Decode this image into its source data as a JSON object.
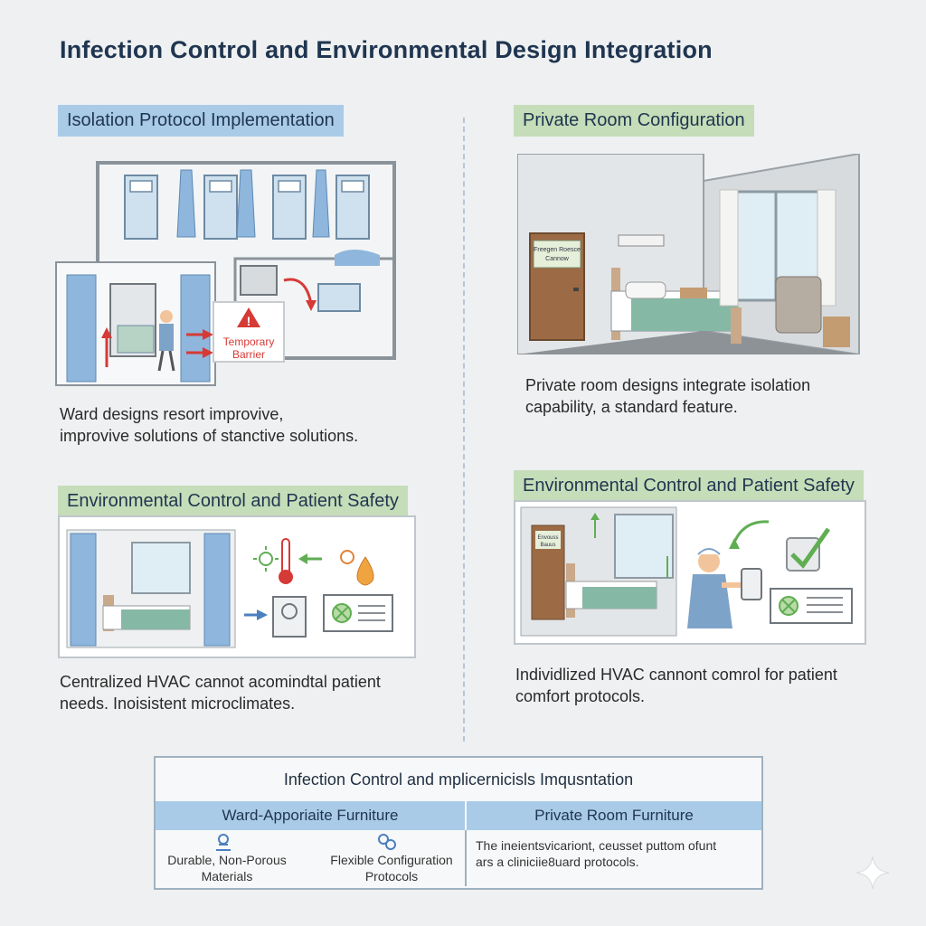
{
  "title": "Infection Control and Environmental Design Integration",
  "sections": {
    "isolation": {
      "header": "Isolation Protocol Implementation",
      "barrier_label_1": "Temporary",
      "barrier_label_2": "Barrier",
      "caption_line1": "Ward designs resort improvive,",
      "caption_line2": "improvive solutions of stanctive solutions."
    },
    "private_room": {
      "header": "Private Room Configuration",
      "door_sign_1": "Freegen Roesce",
      "door_sign_2": "Cannow",
      "caption_line1": "Private room designs integrate isolation",
      "caption_line2": "capability, a standard feature."
    },
    "env_left": {
      "header": "Environmental Control and Patient Safety",
      "caption_line1": "Centralized HVAC cannot acomindtal patient",
      "caption_line2": "needs. Inoisistent microclimates."
    },
    "env_right": {
      "header": "Environmental Control and Patient Safety",
      "door_sign_1": "Envouss",
      "door_sign_2": "Bauus",
      "caption_line1": "Individlized HVAC cannont comrol for patient",
      "caption_line2": "comfort protocols."
    }
  },
  "table": {
    "title": "Infection Control and mplicernicisls Imqusntation",
    "col1_header": "Ward-Apporiaite Furniture",
    "col2_header": "Private Room Furniture",
    "item1_line1": "Durable, Non-Porous",
    "item1_line2": "Materials",
    "item2_line1": "Flexible Configuration",
    "item2_line2": "Protocols",
    "col2_line1": "The ineientsvicariont, ceusset puttom ofunt",
    "col2_line2": "ars a cliniciie8uard protocols."
  },
  "colors": {
    "header_blue": "#a9cbe8",
    "header_green": "#c5ddb8",
    "title_navy": "#1f3550",
    "warning_red": "#d63a36",
    "check_green": "#5fae52"
  },
  "icons": [
    "warning-icon",
    "thermometer-icon",
    "sun-icon",
    "drop-icon",
    "checkmark-icon",
    "hvac-unit-icon",
    "furniture-icon",
    "gear-icon",
    "sparkle-icon"
  ]
}
